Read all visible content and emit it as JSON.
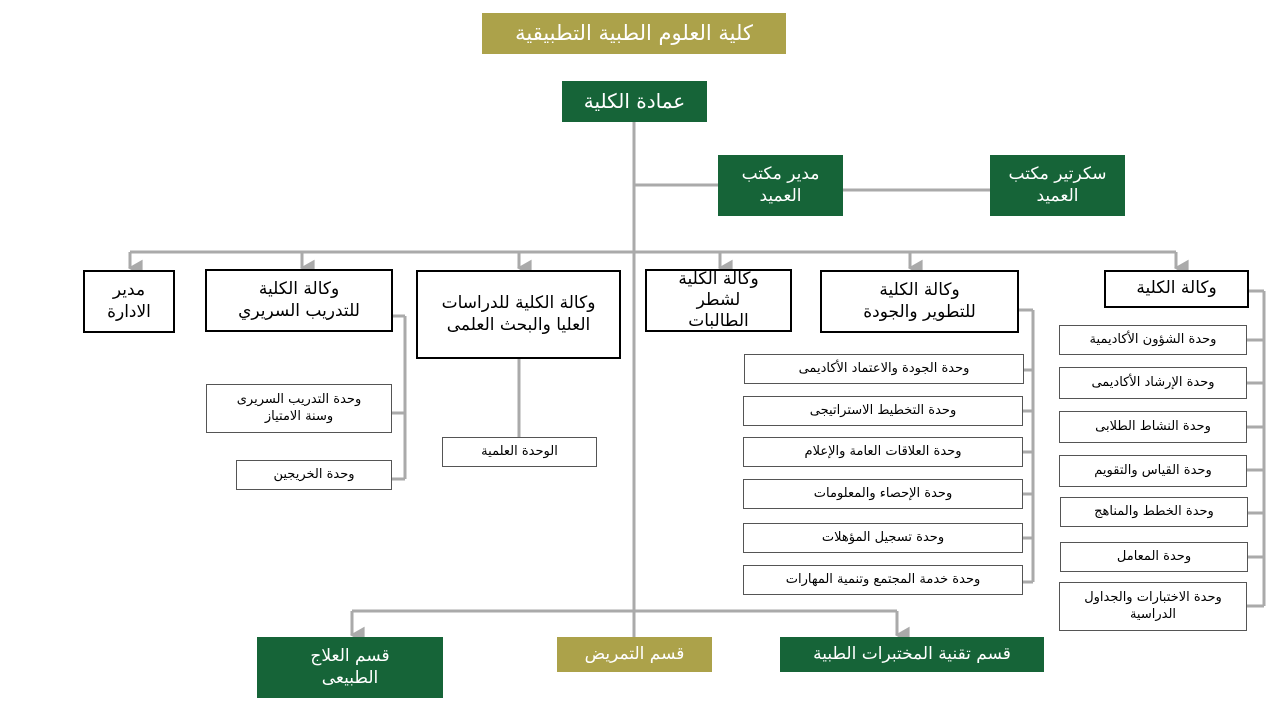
{
  "title": "كلية العلوم الطبية التطبيقية",
  "dean": "عمادة الكلية",
  "office_manager": "مدير مكتب العميد",
  "office_secretary": "سكرتير مكتب العميد",
  "vices": {
    "admin_director": "مدير الادارة",
    "clinical": "وكالة الكلية للتدريب السريري",
    "postgrad": "وكالة الكلية للدراسات العليا والبحث العلمى",
    "female": "وكالة الكلية لشطر الطالبات",
    "development": "وكالة الكلية للتطوير والجودة",
    "college": "وكالة الكلية"
  },
  "clinical_units": [
    "وحدة التدريب السريرى وسنة الامتياز",
    "وحدة الخريجين"
  ],
  "postgrad_units": [
    "الوحدة العلمية"
  ],
  "development_units": [
    "وحدة الجودة والاعتماد الأكاديمى",
    "وحدة التخطيط الاستراتيجى",
    "وحدة العلاقات العامة والإعلام",
    "وحدة الإحصاء والمعلومات",
    "وحدة تسجيل المؤهلات",
    "وحدة خدمة المجتمع وتنمية المهارات"
  ],
  "college_units": [
    "وحدة الشؤون الأكاديمية",
    "وحدة الإرشاد الأكاديمى",
    "وحدة النشاط الطلابى",
    "وحدة القياس والتقويم",
    "وحدة الخطط والمناهج",
    "وحدة المعامل",
    "وحدة الاختبارات والجداول الدراسية"
  ],
  "departments": {
    "physio": "قسم العلاج الطبيعى",
    "nursing": "قسم التمريض",
    "lab_tech": "قسم تقنية المختبرات الطبية"
  },
  "colors": {
    "gold": "#aca24a",
    "green": "#166438",
    "connector": "#aaaaaa"
  }
}
